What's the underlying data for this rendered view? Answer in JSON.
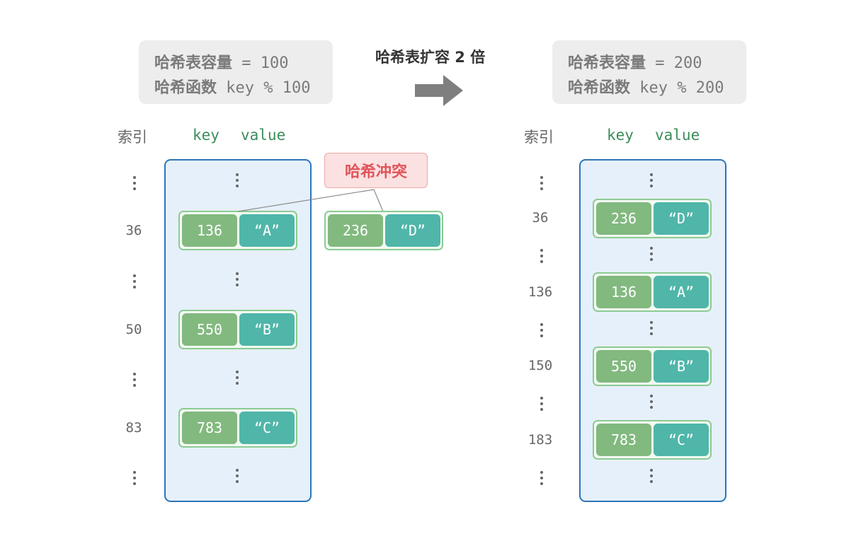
{
  "left": {
    "capacity_label": "哈希表容量",
    "capacity_eq": "= 100",
    "func_label": "哈希函数",
    "func_expr": "key % 100",
    "header_index": "索引",
    "header_key": "key",
    "header_value": "value",
    "rows": [
      {
        "index": "36",
        "key": "136",
        "value": "“A”"
      },
      {
        "index": "50",
        "key": "550",
        "value": "“B”"
      },
      {
        "index": "83",
        "key": "783",
        "value": "“C”"
      }
    ]
  },
  "collision": {
    "label": "哈希冲突",
    "key": "236",
    "value": "“D”"
  },
  "transition": {
    "label": "哈希表扩容 2 倍"
  },
  "right": {
    "capacity_label": "哈希表容量",
    "capacity_eq": "= 200",
    "func_label": "哈希函数",
    "func_expr": "key % 200",
    "header_index": "索引",
    "header_key": "key",
    "header_value": "value",
    "rows": [
      {
        "index": "36",
        "key": "236",
        "value": "“D”"
      },
      {
        "index": "136",
        "key": "136",
        "value": "“A”"
      },
      {
        "index": "150",
        "key": "550",
        "value": "“B”"
      },
      {
        "index": "183",
        "key": "783",
        "value": "“C”"
      }
    ]
  },
  "colors": {
    "key_cell": "#82b97f",
    "value_cell": "#4fb6a9",
    "panel_border": "#2c75b8",
    "panel_fill": "#e6f0fa",
    "collision_text": "#e0555b",
    "arrow": "#7f7f7f"
  }
}
